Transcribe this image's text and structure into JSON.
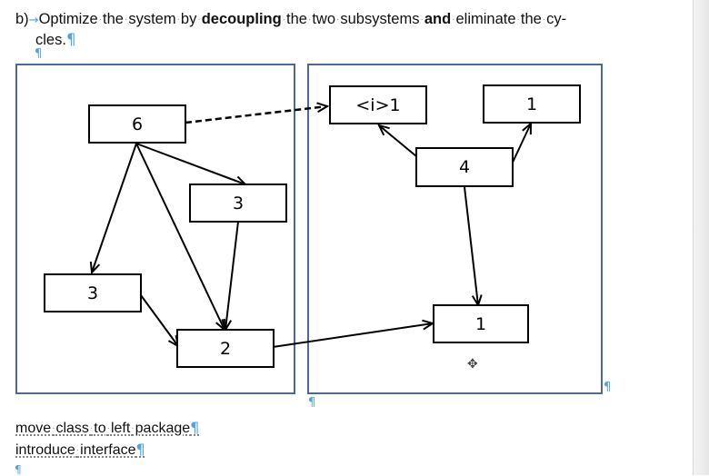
{
  "task": {
    "label": "b)",
    "tab_mark": "→",
    "words_1": [
      "Optimize",
      "the",
      "system",
      "by"
    ],
    "bold_1": "decoupling",
    "words_2": [
      "the",
      "two",
      "subsystems"
    ],
    "bold_2": "and",
    "words_3": [
      "eliminate",
      "the",
      "cy-"
    ],
    "line2": "cles."
  },
  "pilcrow": "¶",
  "space_mark": "·",
  "top_mark": "\"",
  "diagram": {
    "left_package": {
      "boxes": [
        {
          "id": "box-6",
          "label": "6"
        },
        {
          "id": "box-3-upper",
          "label": "3"
        },
        {
          "id": "box-3-lower",
          "label": "3"
        },
        {
          "id": "box-2",
          "label": "2"
        }
      ]
    },
    "right_package": {
      "boxes": [
        {
          "id": "box-interface-1",
          "label": "<i>1"
        },
        {
          "id": "box-1-top-right",
          "label": "1"
        },
        {
          "id": "box-4",
          "label": "4"
        },
        {
          "id": "box-1-bottom",
          "label": "1"
        }
      ]
    },
    "line_color": "#000000",
    "package_border_color": "#4a6a93"
  },
  "notes": [
    {
      "words": [
        "move",
        "class",
        "to",
        "left",
        "package"
      ]
    },
    {
      "words": [
        "introduce",
        "interface"
      ]
    }
  ],
  "colors": {
    "formatting_marks": "#4da3e8",
    "text": "#111111"
  }
}
